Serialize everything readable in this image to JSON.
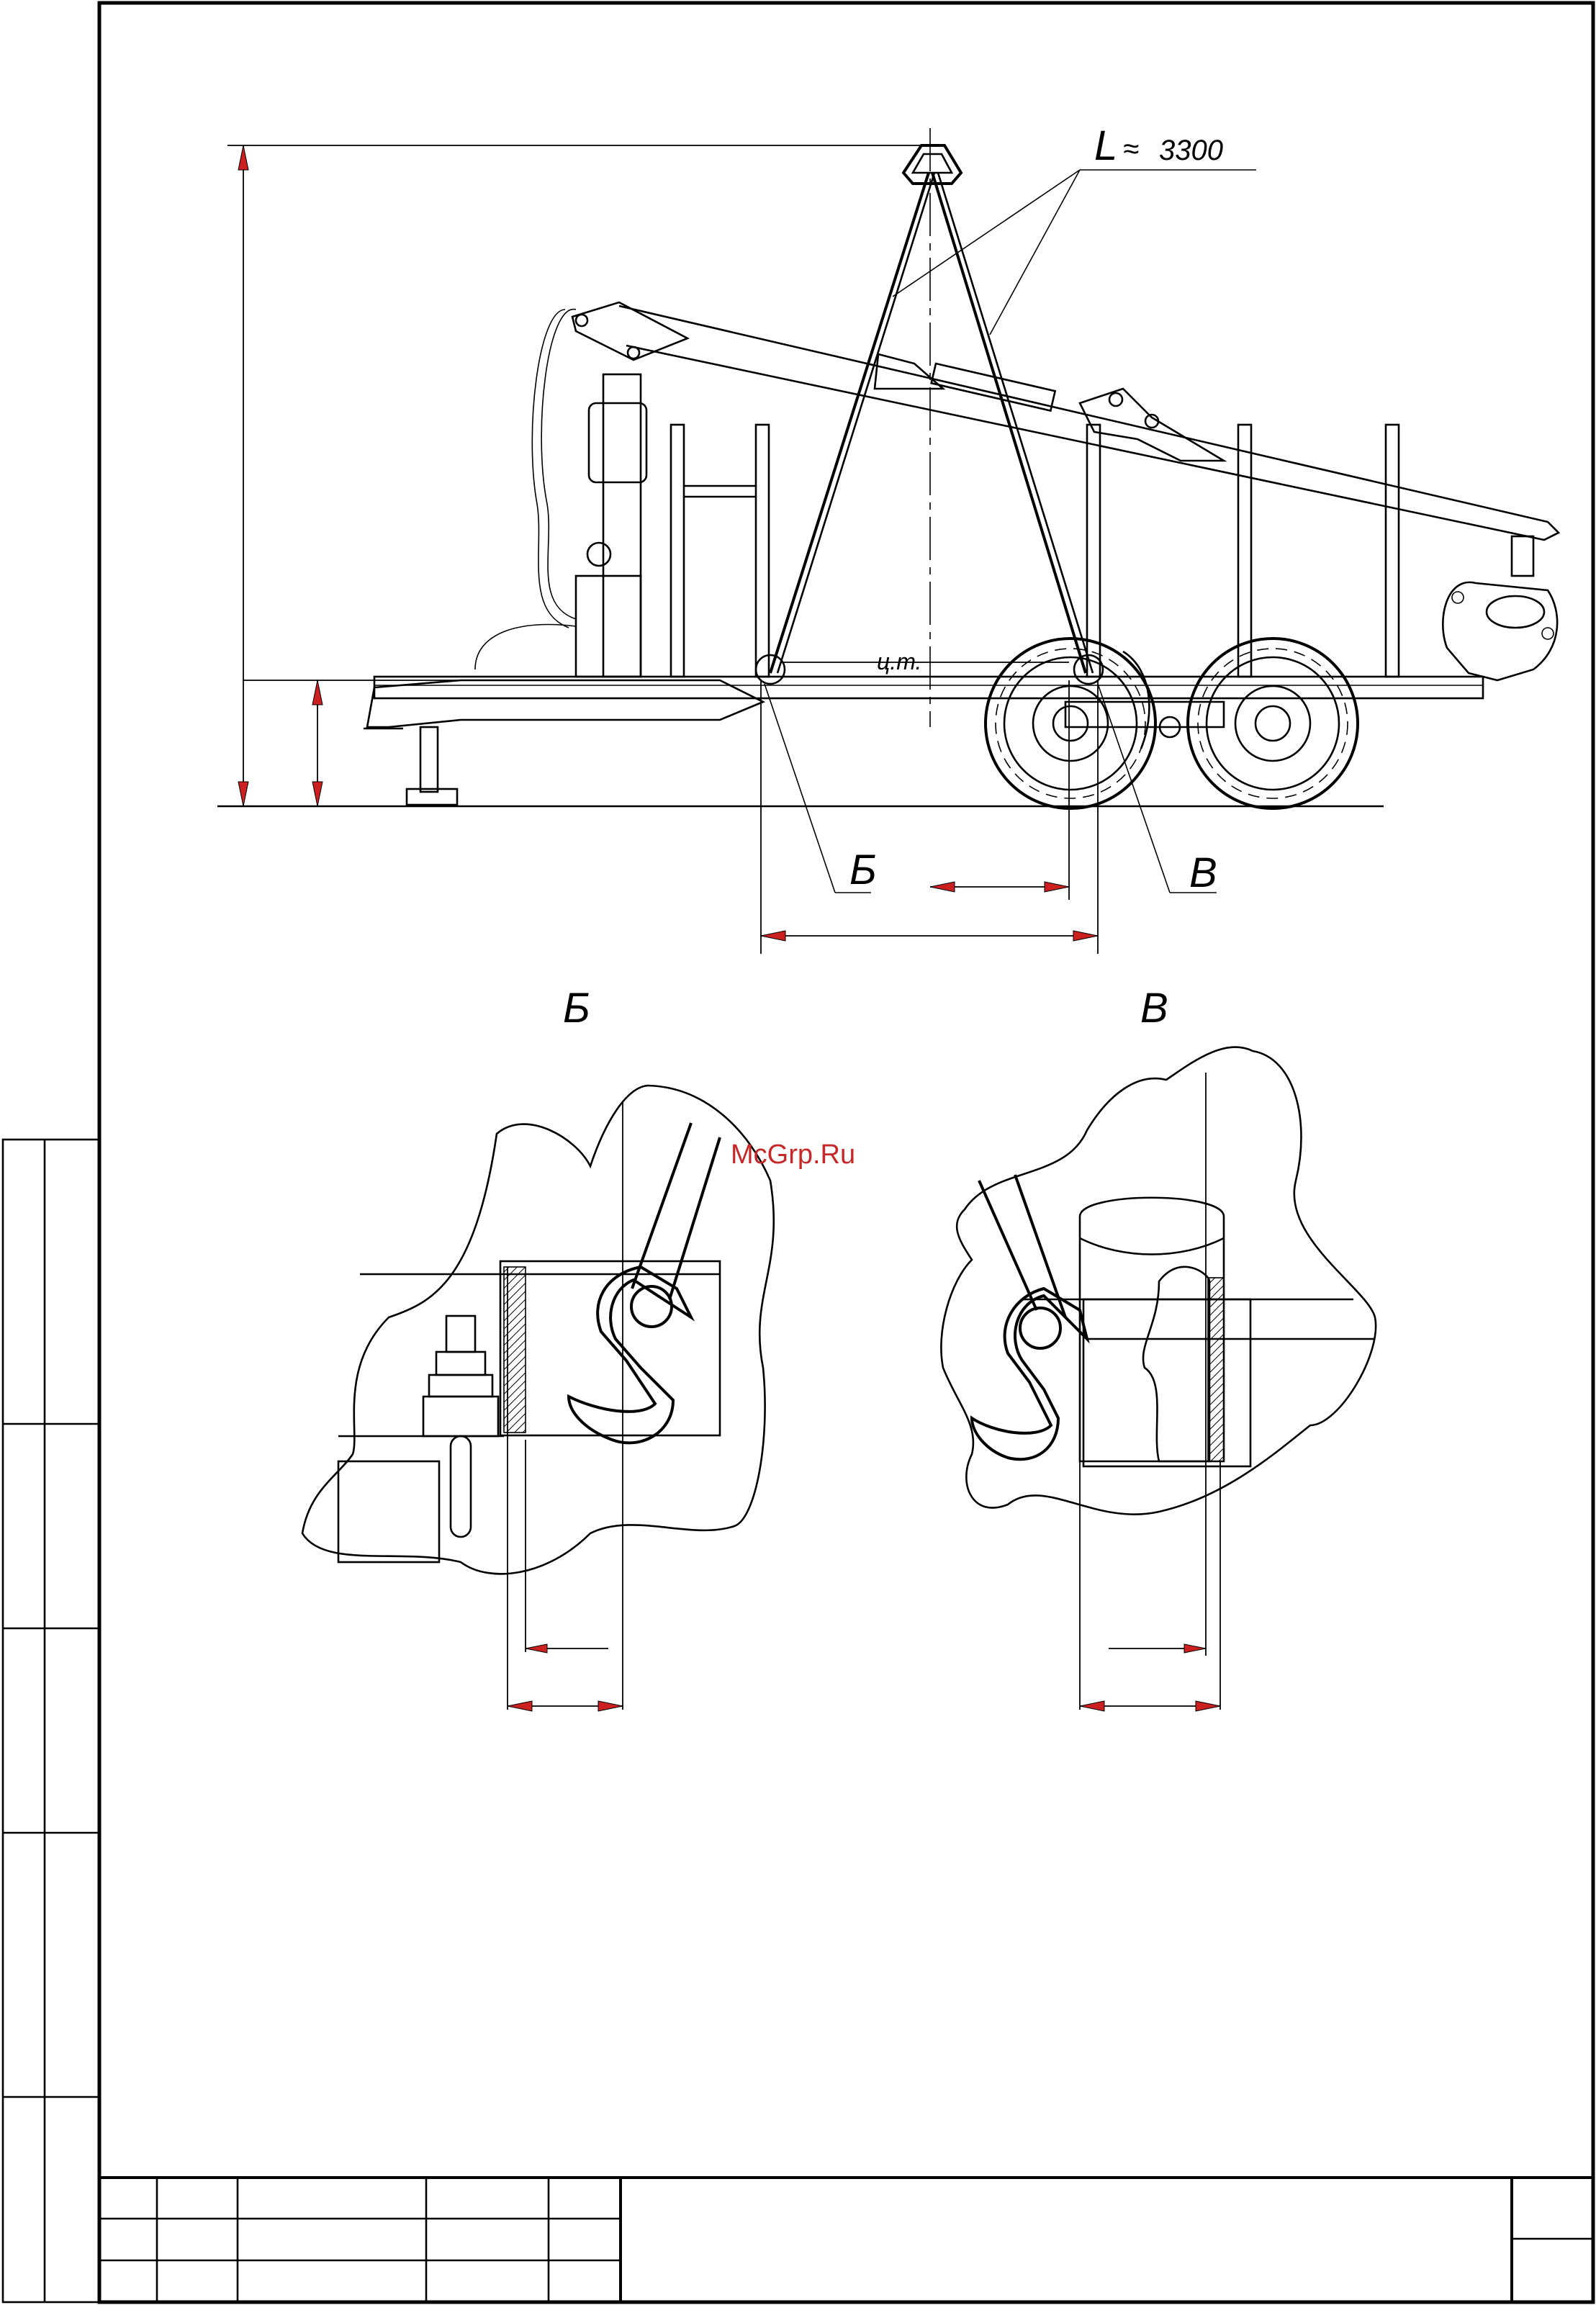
{
  "drawing": {
    "sling_label": "L",
    "sling_approx": "≈",
    "sling_length": "3300",
    "cg_label": "ц.т.",
    "callout_b": "Б",
    "callout_v": "В",
    "detail_b_title": "Б",
    "detail_v_title": "В",
    "watermark": "McGrp.Ru"
  },
  "colors": {
    "line": "#000000",
    "dimension_arrow": "#cc1f1f",
    "watermark": "#c62828",
    "background": "#ffffff"
  }
}
